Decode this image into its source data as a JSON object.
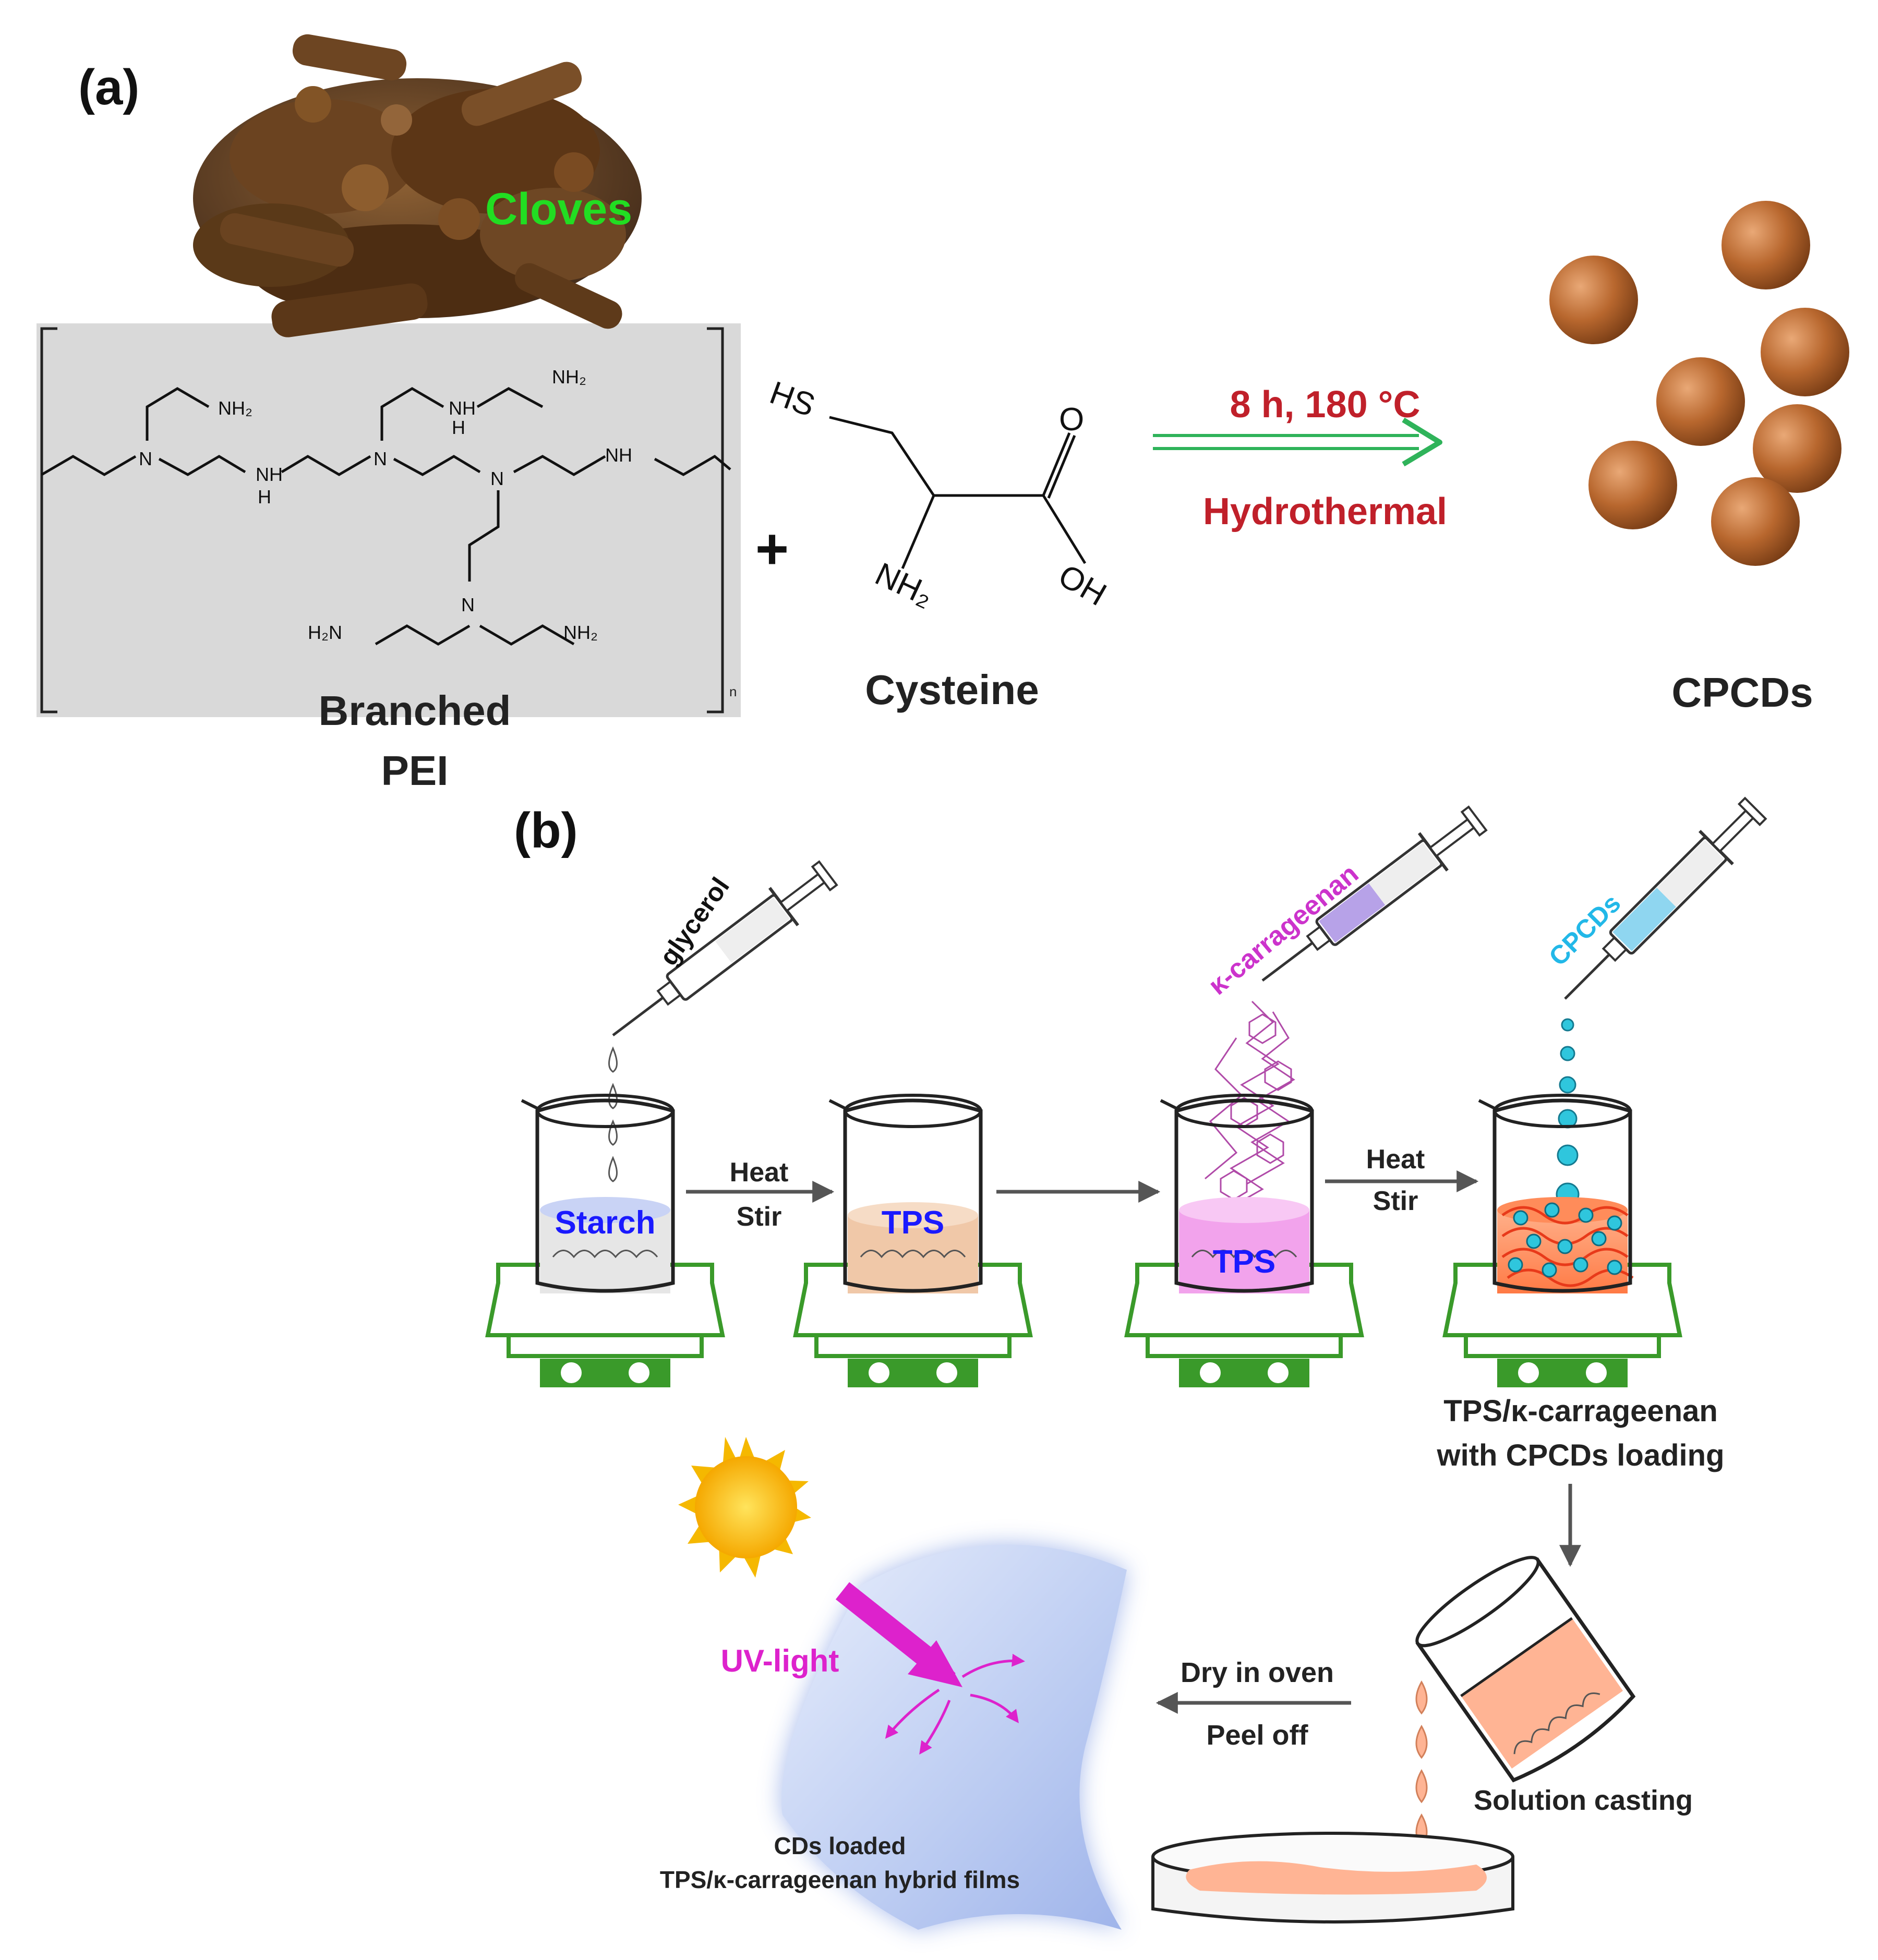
{
  "panel_a": {
    "label": "(a)",
    "cloves_label": "Cloves",
    "pei": {
      "label_line1": "Branched",
      "label_line2": "PEI",
      "atoms": {
        "nh2": "NH₂",
        "h2n": "H₂N",
        "n": "N",
        "nh": "NH",
        "h": "H",
        "sub_n": "n"
      }
    },
    "plus": "+",
    "cysteine": {
      "label": "Cysteine",
      "hs": "HS",
      "o": "O",
      "oh": "OH",
      "nh2": "NH₂"
    },
    "reaction": {
      "conditions": "8 h, 180 °C",
      "method": "Hydrothermal"
    },
    "product_label": "CPCDs"
  },
  "panel_b": {
    "label": "(b)",
    "reagents": {
      "glycerol": "glycerol",
      "carrageenan": "κ-carrageenan",
      "cpcds": "CPCDs"
    },
    "beakers": {
      "starch": "Starch",
      "tps1": "TPS",
      "tps2": "TPS"
    },
    "steps": {
      "heat1": "Heat",
      "stir1": "Stir",
      "heat2": "Heat",
      "stir2": "Stir",
      "loading_line1": "TPS/κ-carrageenan",
      "loading_line2": "with CPCDs loading",
      "casting": "Solution casting",
      "dry": "Dry in oven",
      "peel": "Peel off",
      "uv": "UV-light",
      "film_line1": "CDs loaded",
      "film_line2": "TPS/κ-carrageenan hybrid films"
    }
  },
  "colors": {
    "cloves_green": "#22dd22",
    "reaction_red": "#c0202a",
    "reaction_arrow": "#2fb35a",
    "starch_blue": "#1a1aff",
    "carrageenan_magenta": "#cc33cc",
    "cpcd_cyan": "#22b8e8",
    "stirrer_green": "#3a9a2a",
    "uv_magenta": "#dd22cc",
    "dot_brown": "#b8672e"
  }
}
